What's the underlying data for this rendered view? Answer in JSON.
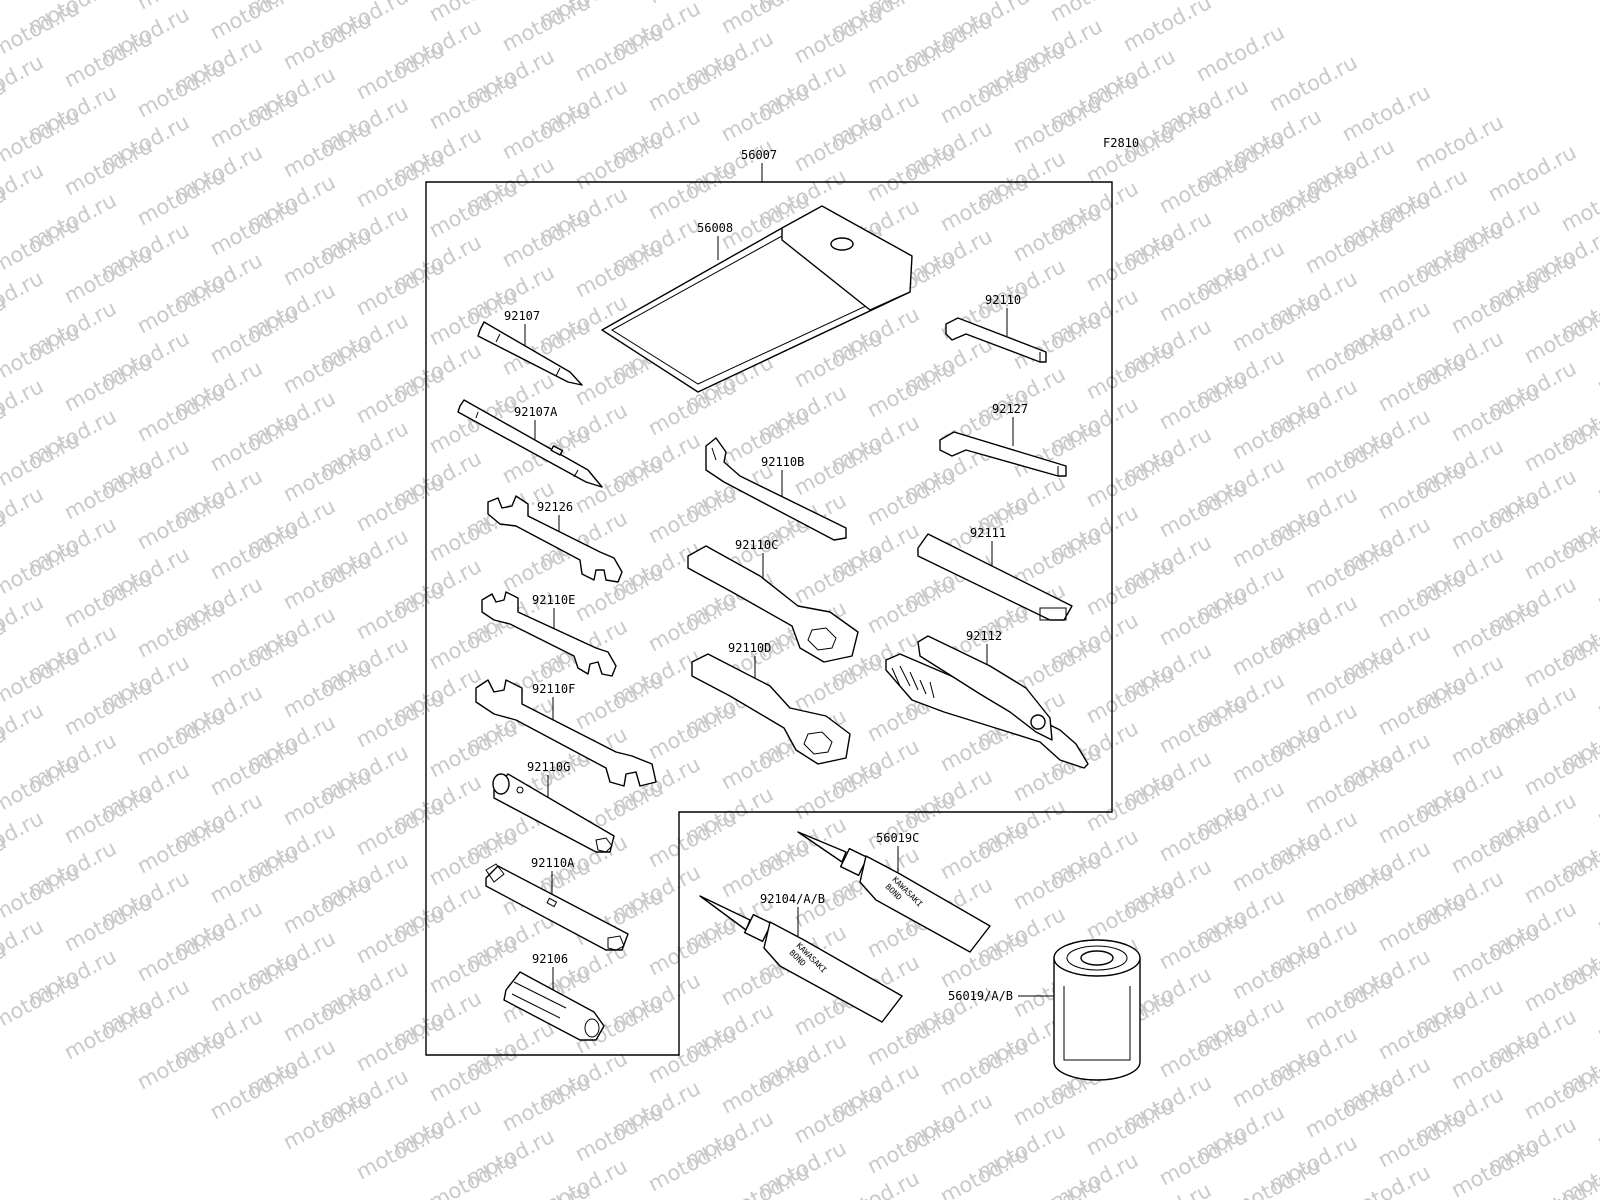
{
  "figure_code": "F2810",
  "watermark_text": "motod.ru",
  "tube_label": [
    "KAWASAKI",
    "BOND"
  ],
  "parts": [
    {
      "id": "p56007",
      "number": "56007"
    },
    {
      "id": "p56008",
      "number": "56008"
    },
    {
      "id": "p92107",
      "number": "92107"
    },
    {
      "id": "p92107A",
      "number": "92107A"
    },
    {
      "id": "p92110",
      "number": "92110"
    },
    {
      "id": "p92127",
      "number": "92127"
    },
    {
      "id": "p92110B",
      "number": "92110B"
    },
    {
      "id": "p92126",
      "number": "92126"
    },
    {
      "id": "p92110C",
      "number": "92110C"
    },
    {
      "id": "p92111",
      "number": "92111"
    },
    {
      "id": "p92110E",
      "number": "92110E"
    },
    {
      "id": "p92112",
      "number": "92112"
    },
    {
      "id": "p92110D",
      "number": "92110D"
    },
    {
      "id": "p92110F",
      "number": "92110F"
    },
    {
      "id": "p92110G",
      "number": "92110G"
    },
    {
      "id": "p56019C",
      "number": "56019C"
    },
    {
      "id": "p92110A",
      "number": "92110A"
    },
    {
      "id": "p92104",
      "number": "92104/A/B"
    },
    {
      "id": "p92106",
      "number": "92106"
    },
    {
      "id": "p56019",
      "number": "56019/A/B"
    }
  ]
}
